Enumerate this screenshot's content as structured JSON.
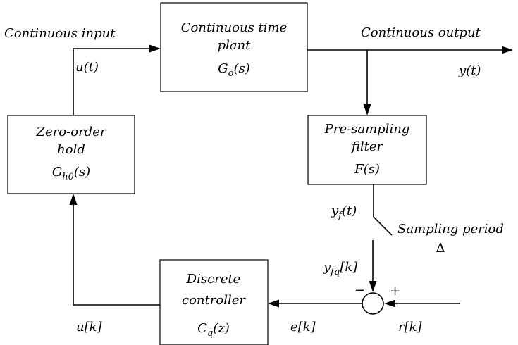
{
  "blocks": {
    "plant": {
      "line1": "Continuous time",
      "line2": "plant",
      "tf": "G",
      "tf_sub": "o",
      "tf_arg": "(s)"
    },
    "zoh": {
      "line1": "Zero-order",
      "line2": "hold",
      "tf": "G",
      "tf_sub": "h0",
      "tf_arg": "(s)"
    },
    "filter": {
      "line1": "Pre-sampling",
      "line2": "filter",
      "tf": "F(s)"
    },
    "controller": {
      "line1": "Discrete",
      "line2": "controller",
      "tf": "C",
      "tf_sub": "q",
      "tf_arg": "(z)"
    }
  },
  "signals": {
    "continuous_input_label": "Continuous input",
    "continuous_output_label": "Continuous output",
    "u_t": "u(t)",
    "y_t": "y(t)",
    "y_f": {
      "base": "y",
      "sub": "f",
      "arg": "(t)"
    },
    "y_fq": {
      "base": "y",
      "sub": "fq",
      "arg": "[k]"
    },
    "u_k": "u[k]",
    "e_k": "e[k]",
    "r_k": "r[k]",
    "sampling_label": "Sampling period",
    "sampling_symbol": "Δ"
  },
  "summing": {
    "minus": "−",
    "plus": "+"
  }
}
